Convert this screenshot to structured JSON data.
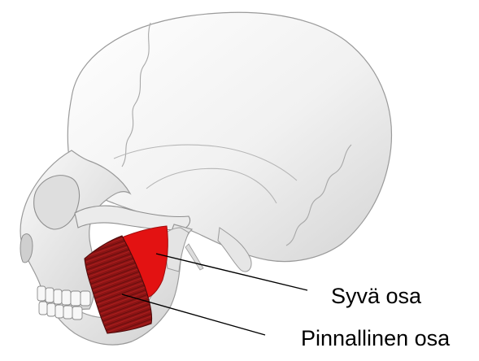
{
  "colors": {
    "background": "#ffffff",
    "bone": "#f2f2f2",
    "bone_shadow": "#c8c8c8",
    "bone_outline": "#8a8a8a",
    "deep_part": "#e31212",
    "superficial_part": "#8c1414",
    "leader_line": "#000000"
  },
  "diagram": {
    "subject": "skull",
    "highlighted_parts": [
      "deep_part",
      "superficial_part"
    ]
  },
  "labels": {
    "deep_part": "Syvä osa",
    "superficial_part": "Pinnallinen osa"
  }
}
